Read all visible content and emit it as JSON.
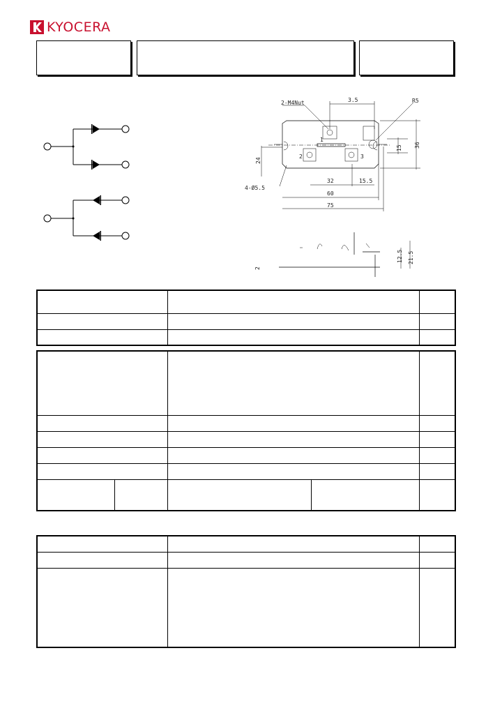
{
  "header": {
    "logo_text": "KYOCERA",
    "logo_color": "#c8102e"
  },
  "drawing": {
    "label_holes": "2-M4Nut",
    "label_r": "R5",
    "label_mount": "4-Ø5.5",
    "dim_35": "3.5",
    "dim_32": "32",
    "dim_60": "60",
    "dim_75": "75",
    "dim_15_5": "15.5",
    "dim_24": "24",
    "dim_15": "15",
    "dim_36": "36",
    "dim_12_5": "12.5",
    "dim_21_5": "21.5",
    "dim_2": "2",
    "pin_1": "1",
    "pin_2": "2",
    "pin_3": "3"
  }
}
